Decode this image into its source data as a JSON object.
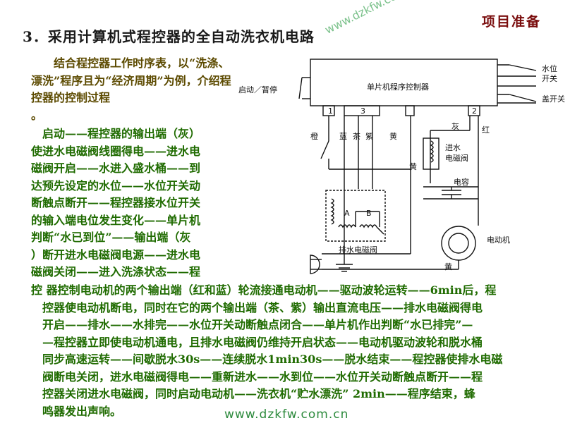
{
  "header": {
    "title": "3．采用计算机式程控器的全自动洗衣机电路",
    "section_tag": "项目准备"
  },
  "watermarks": {
    "diagonal": "www.dzkfw.com.cn",
    "bottom": "www.dzkfw.com.cn"
  },
  "intro": {
    "text": "结合程控器工作时序表，以“洗涤、漂洗”程序且为“经济周期”为例，介绍程控器的控制过程",
    "trailing_dot": "。"
  },
  "paragraph": {
    "left_lines": [
      "　启动——程控器的输出端（灰）",
      "使进水电磁阀线圈得电——进水电",
      "磁阀开启——水进入盛水桶——到",
      "达预先设定的水位——水位开关动",
      "断触点断开——程控器接水位开关",
      "的输入端电位发生变化——单片机",
      "判断“水已到位”——输出端（灰",
      "）断开进水电磁阀电源——进水电",
      "磁阀关闭——进入洗涤状态——程"
    ],
    "full_lines": [
      "控 器控制电动机的两个输出端（红和蓝）轮流接通电动机——驱动波轮运转——6min后，程",
      "　控器使电动机断电，同时在它的两个输出端（茶、紫）输出直流电压——排水电磁阀得电",
      "　开启——排水——水排完——水位开关动断触点闭合——单片机作出判断“水已排完”—",
      "　—程控器立即使电动机通电，且排水电磁阀仍维持开启状态——电动机驱动波轮和脱水桶",
      "　同步高速运转——间歇脱水30s——连续脱水1min30s——脱水结束——程控器使排水电磁",
      "　阀断电关闭，进水电磁阀得电——重新进水——水到位——水位开关动断触点断开——程",
      "　控器关闭进水电磁阀，同时启动电动机——洗衣机“贮水漂洗” 2min——程序结束，蜂",
      "　鸣器发出声响。"
    ]
  },
  "diagram": {
    "controller_label": "单片机程序控制器",
    "start_pause_label": "启动／暂停",
    "water_level_switch_label": [
      "水位",
      "开关"
    ],
    "lid_switch_label": "盖开关",
    "terminal_1": "1",
    "terminal_2": "2",
    "terminal_3": "3",
    "wire_orange": "橙",
    "wire_blue": "蓝",
    "wire_brown": "茶",
    "wire_purple": "紫",
    "wire_yellow_a": "黄",
    "wire_gray": "灰",
    "wire_red": "红",
    "wire_yellow_b": "黄",
    "wire_yellow_c": "黄",
    "inlet_valve_label": [
      "进水",
      "电磁阀"
    ],
    "capacitor_label": "电容",
    "drain_valve_label": "排水电磁阀",
    "coil_a": "A",
    "coil_b": "B",
    "motor_label": "电动机"
  }
}
